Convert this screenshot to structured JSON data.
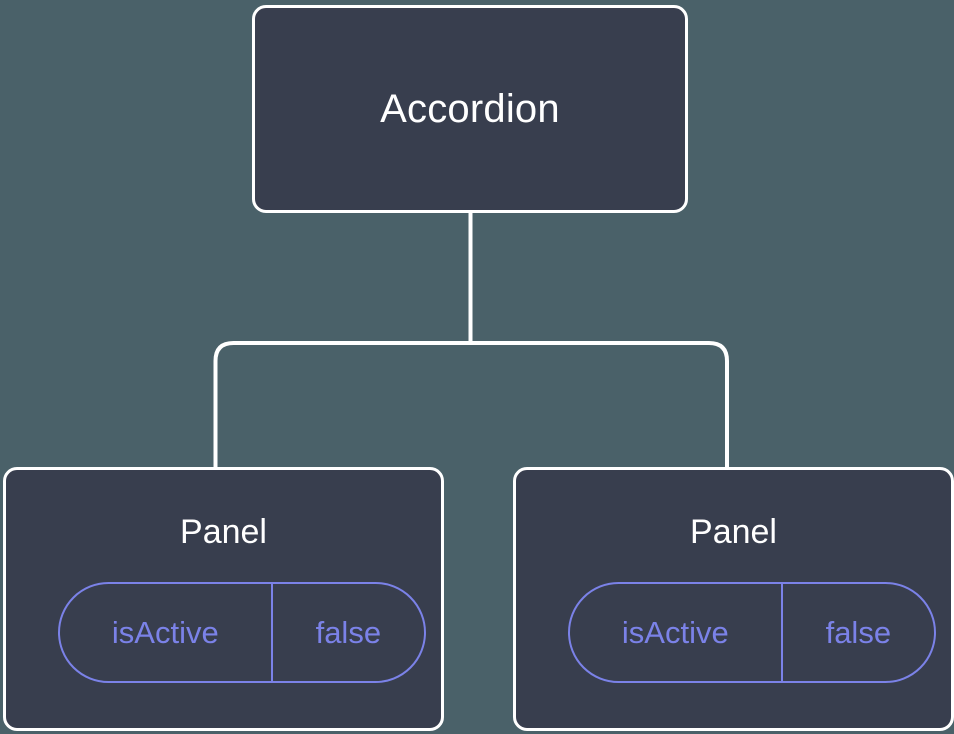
{
  "diagram": {
    "type": "component-tree",
    "background_color": "#4a6169",
    "node_fill_color": "#383e4e",
    "node_border_color": "#ffffff",
    "connector_color": "#ffffff",
    "prop_accent_color": "#7b82e8",
    "title_color": "#ffffff"
  },
  "root": {
    "label": "Accordion"
  },
  "children": [
    {
      "label": "Panel",
      "props": [
        {
          "key": "isActive",
          "value": "false"
        }
      ]
    },
    {
      "label": "Panel",
      "props": [
        {
          "key": "isActive",
          "value": "false"
        }
      ]
    }
  ]
}
